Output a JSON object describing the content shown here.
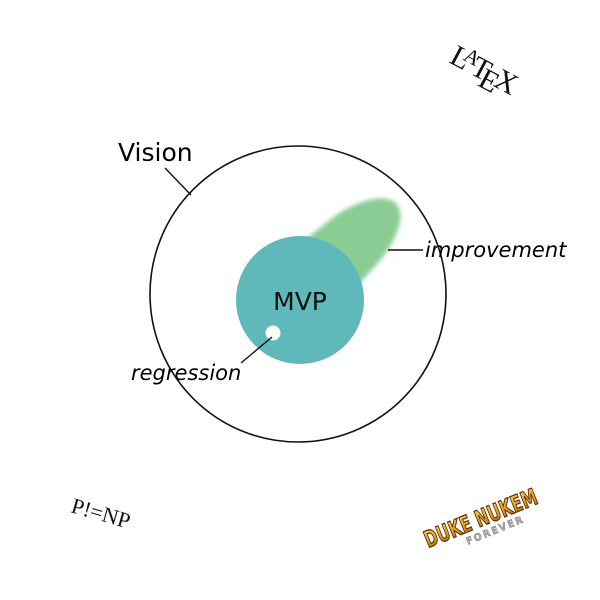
{
  "diagram": {
    "vision_label": "Vision",
    "mvp_label": "MVP",
    "improvement_label": "improvement",
    "regression_label": "regression"
  },
  "corner_marks": {
    "latex": {
      "L": "L",
      "A": "A",
      "T": "T",
      "E": "E",
      "X": "X"
    },
    "pnp": "P!=NP",
    "duke_top": "DUKE NUKEM",
    "duke_bottom": "FOREVER"
  },
  "colors": {
    "mvp_fill": "#5FB8BA",
    "improvement_fill": "#84C98E",
    "outline": "#111111",
    "duke_gold": "#E39A1F",
    "duke_dark": "#5A2B06",
    "duke_silver": "#9A9A9A"
  }
}
